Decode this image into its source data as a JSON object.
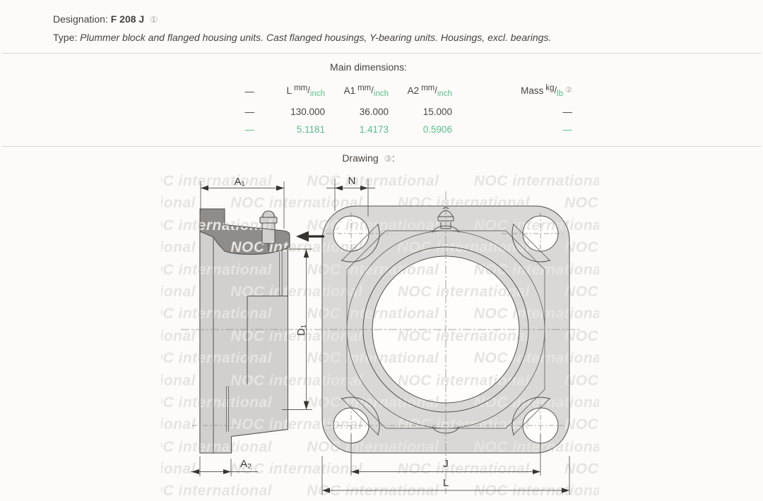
{
  "header": {
    "designation_label": "Designation:",
    "designation_value": "F 208 J",
    "designation_note": "①",
    "type_label": "Type:",
    "type_value": "Plummer block and flanged housing units. Cast flanged housings, Y-bearing units. Housings, excl. bearings."
  },
  "dimensions_table": {
    "title": "Main dimensions:",
    "units_separator": "/",
    "columns": [
      {
        "name": "—",
        "unit_top": "",
        "unit_bottom": ""
      },
      {
        "name": "L",
        "unit_top": "mm",
        "unit_bottom": "inch"
      },
      {
        "name": "A1",
        "unit_top": "mm",
        "unit_bottom": "inch"
      },
      {
        "name": "A2",
        "unit_top": "mm",
        "unit_bottom": "inch"
      },
      {
        "name": "Mass",
        "unit_top": "kg",
        "unit_bottom": "lb",
        "note": "②"
      }
    ],
    "rows": {
      "mm": [
        "—",
        "130.000",
        "36.000",
        "15.000",
        "—"
      ],
      "inch": [
        "—",
        "5.1181",
        "1.4173",
        "0.5906",
        "—"
      ]
    }
  },
  "drawing_section": {
    "title": "Drawing",
    "note": "③",
    "colon": ":"
  },
  "drawing": {
    "labels": {
      "a1": "A₁",
      "n": "N",
      "d1": "D₁",
      "a2": "A₂",
      "j": "J",
      "l": "L"
    },
    "watermark": {
      "text": "NOC international"
    }
  },
  "colors": {
    "accent_green": "#55bd8b",
    "text_dark": "#46413f",
    "note_gray": "#a8a19e",
    "housing_fill_light": "#d2d0ce",
    "housing_fill_flange": "#dad8d6",
    "section_fill_dark": "#8f8c89",
    "watermark_gray": "#e6e3e1",
    "divider_gray": "#d9d7d5",
    "background": "#fdfbf9"
  }
}
